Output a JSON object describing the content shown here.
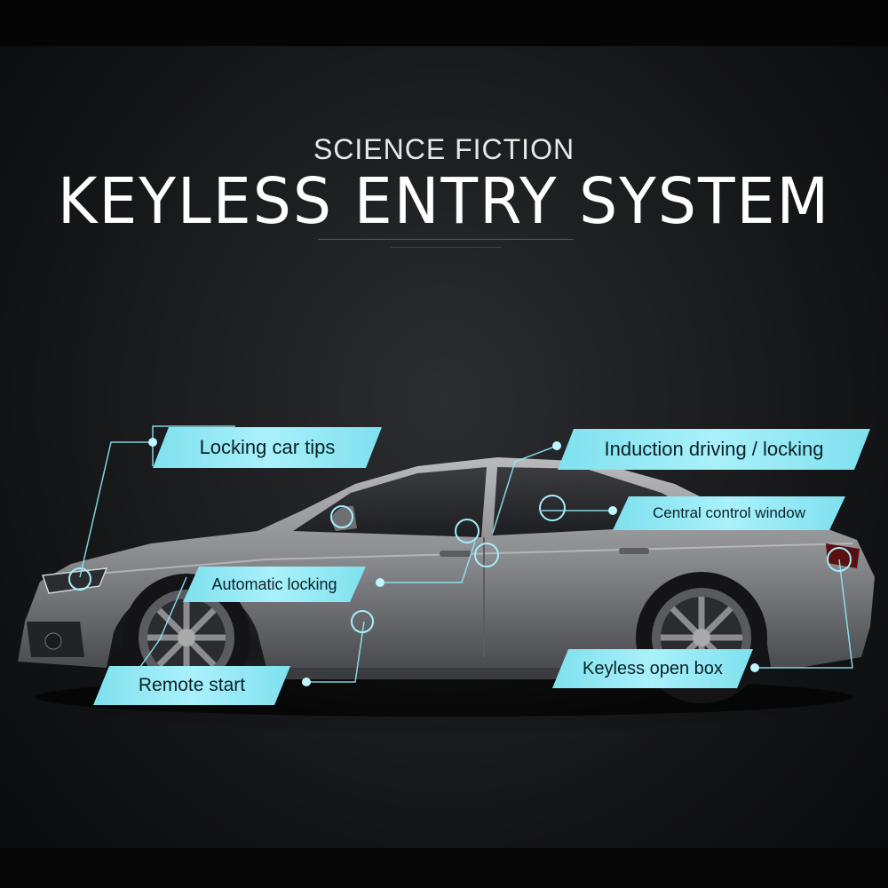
{
  "header": {
    "subtitle": "SCIENCE FICTION",
    "title": "KEYLESS ENTRY SYSTEM"
  },
  "features": {
    "locking_car_tips": "Locking car tips",
    "induction_driving_locking": "Induction driving / locking",
    "central_control_window": "Central control window",
    "automatic_locking": "Automatic locking",
    "remote_start": "Remote start",
    "keyless_open_box": "Keyless open box"
  },
  "colors": {
    "accent": "#8ee8f5",
    "background": "#1c1d20",
    "car_body": "#8e8f93"
  }
}
